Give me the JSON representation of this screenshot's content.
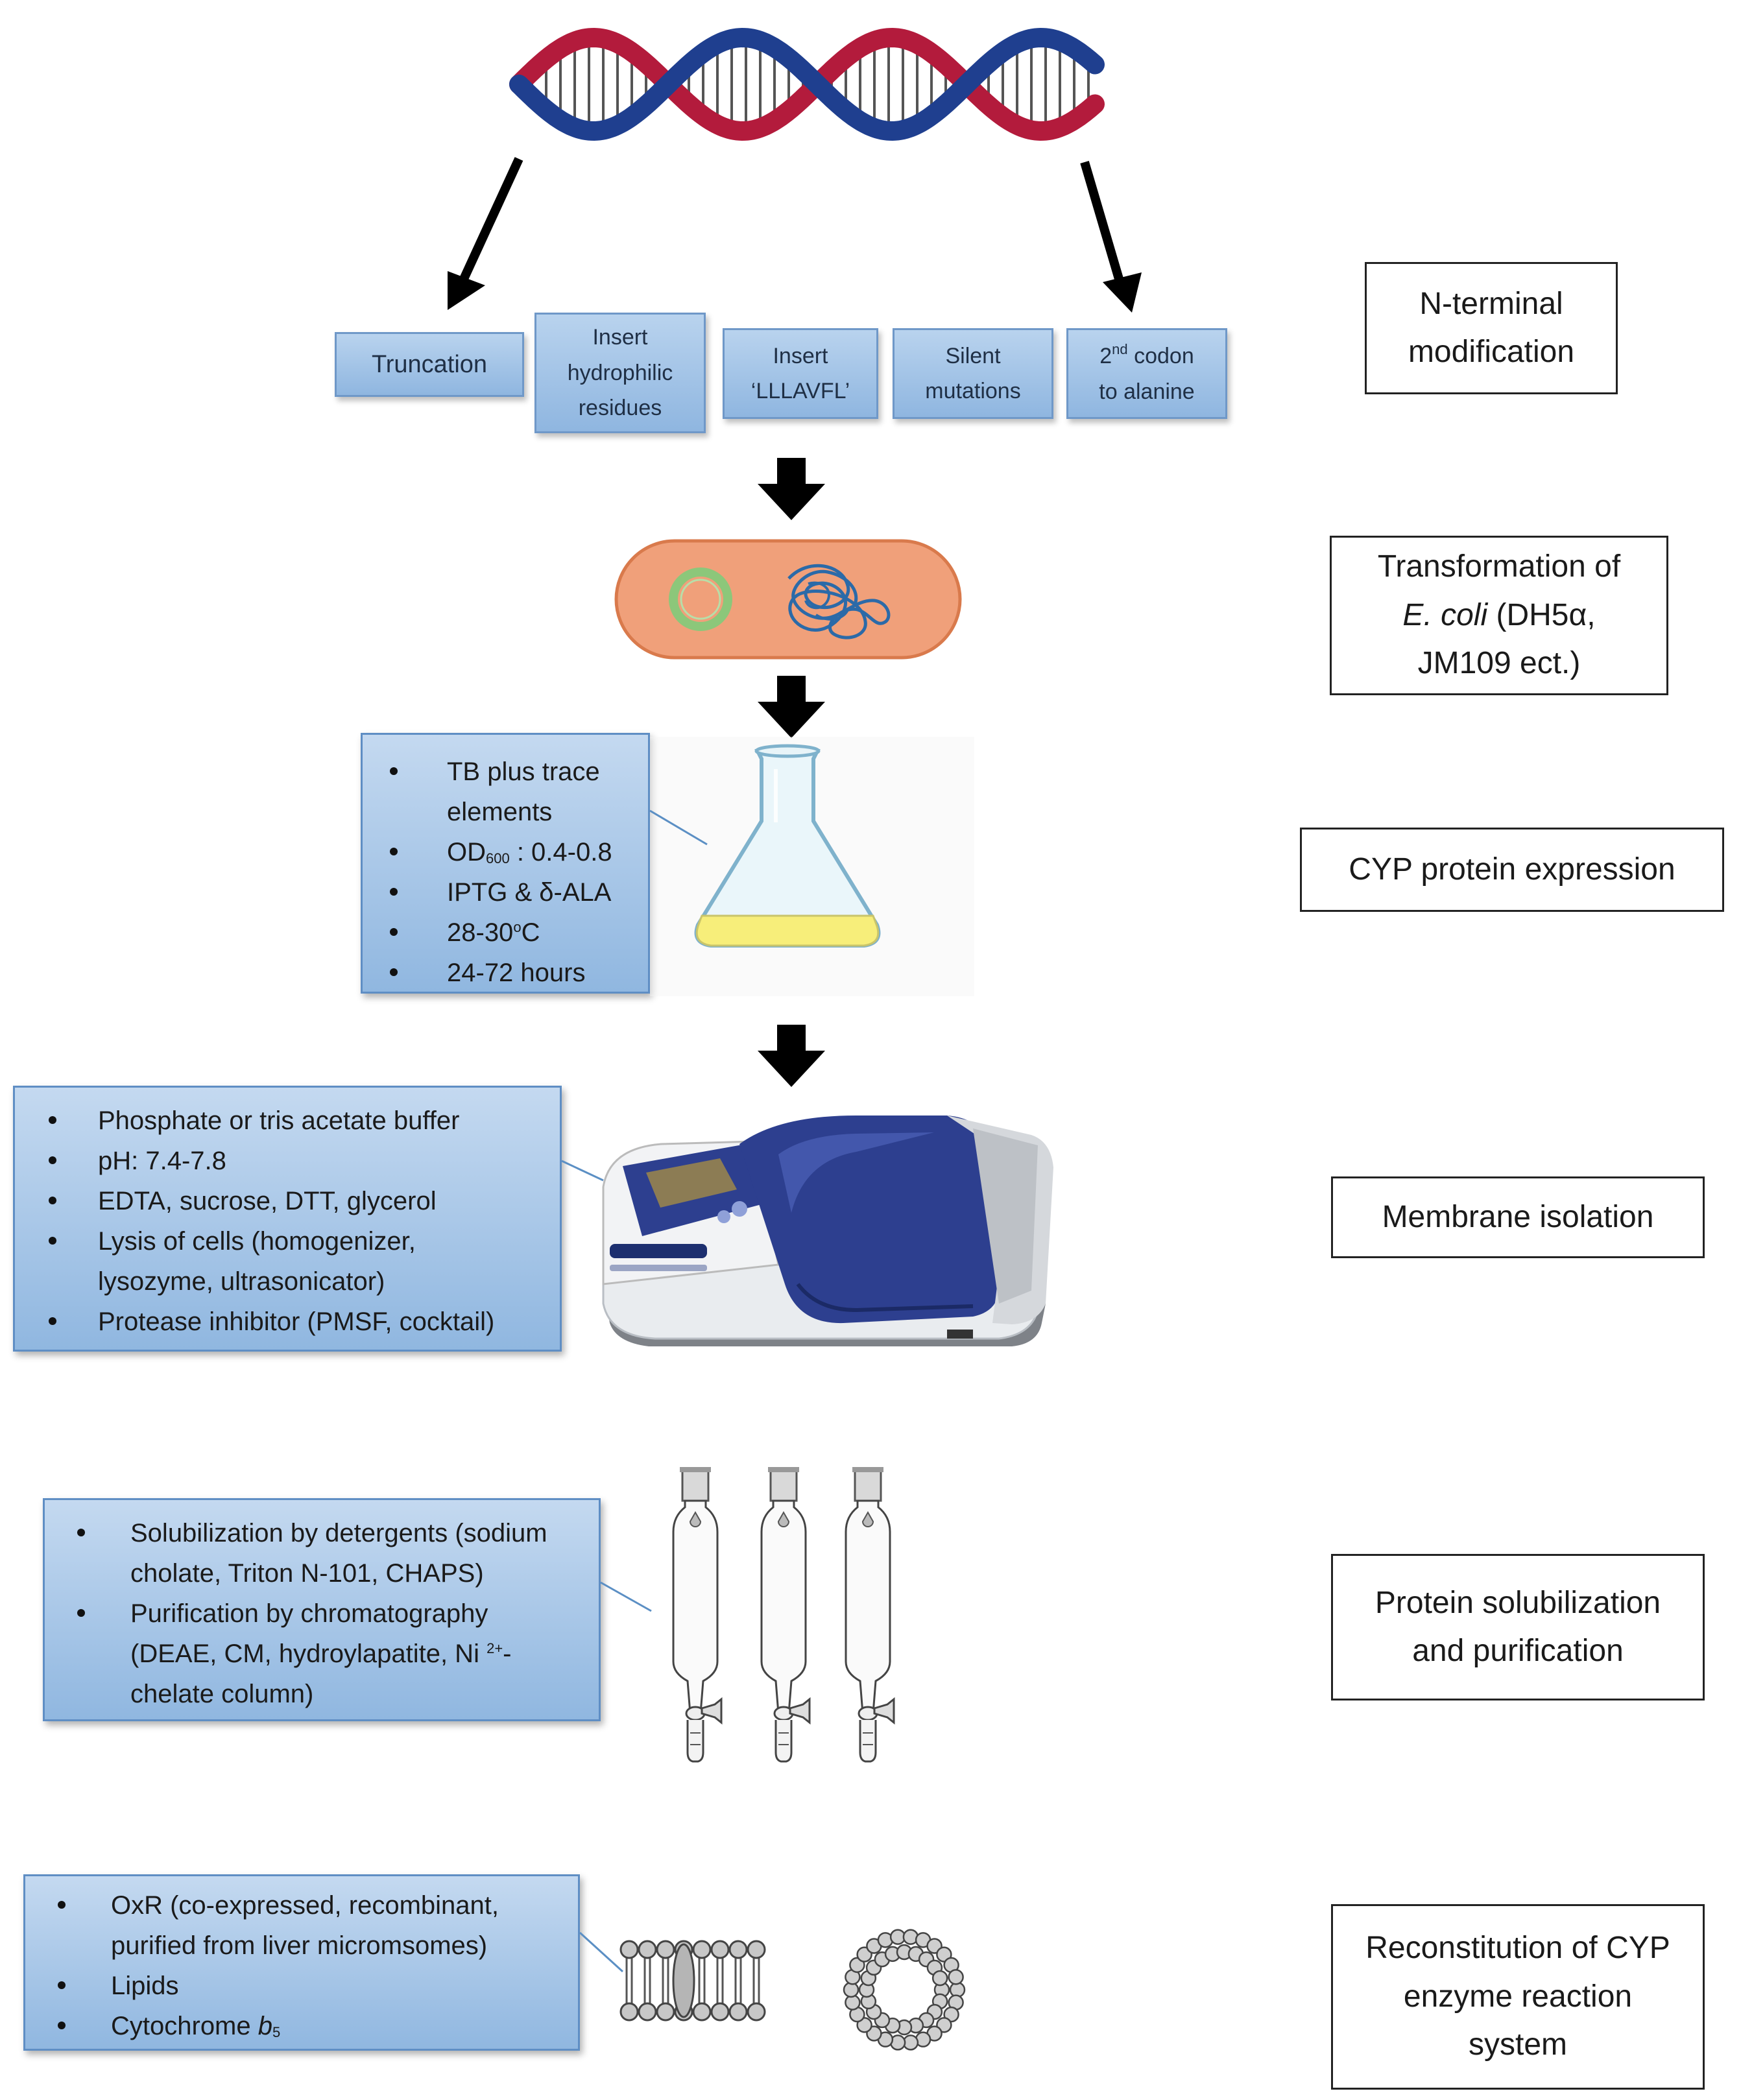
{
  "stages": {
    "n_terminal": "N-terminal modification",
    "transformation_line1": "Transformation of",
    "transformation_ecoli": "E. coli",
    "transformation_line2_rest": " (DH5α,",
    "transformation_line3": "JM109 ect.)",
    "expression": "CYP protein expression",
    "membrane": "Membrane isolation",
    "solubilization_line1": "Protein solubilization",
    "solubilization_line2": "and purification",
    "reconstitution_line1": "Reconstitution of CYP",
    "reconstitution_line2": "enzyme reaction",
    "reconstitution_line3": "system"
  },
  "modifications": {
    "truncation": "Truncation",
    "insert_hydrophilic": [
      "Insert",
      "hydrophilic",
      "residues"
    ],
    "insert_lllavfl": [
      "Insert",
      "‘LLLAVFL’"
    ],
    "silent": [
      "Silent",
      "mutations"
    ],
    "codon_sup": "nd",
    "codon_line1_num": "2",
    "codon_line1_rest": " codon",
    "codon_line2": "to alanine"
  },
  "expression_box": {
    "item1_line1": "TB plus trace",
    "item1_line2": "elements",
    "item2_od": "OD",
    "item2_sub": "600",
    "item2_rest": " : 0.4-0.8",
    "item3": "IPTG & δ-ALA",
    "item4_temp": "28-30",
    "item4_deg": "o",
    "item4_unit": "C",
    "item5": "24-72 hours"
  },
  "membrane_box": {
    "item1": "Phosphate or tris acetate buffer",
    "item2": "pH: 7.4-7.8",
    "item3": "EDTA, sucrose, DTT, glycerol",
    "item4_line1": "Lysis of cells (homogenizer,",
    "item4_line2": "lysozyme, ultrasonicator)",
    "item5": "Protease inhibitor (PMSF, cocktail)"
  },
  "solubilization_box": {
    "item1_line1": "Solubilization by detergents (sodium",
    "item1_line2": "cholate, Triton N-101, CHAPS)",
    "item2_line1": "Purification by chromatography",
    "item2_line2_main": "(DEAE, CM, hydroylapatite, Ni",
    "item2_line2_sup": "2+",
    "item2_line2_dash": "-",
    "item2_line3": "chelate column)"
  },
  "reconstitution_box": {
    "item1_line1": "OxR (co-expressed, recombinant,",
    "item1_line2": "purified from liver micromsomes)",
    "item2": "Lipids",
    "item3_main": "Cytochrome ",
    "item3_b": "b",
    "item3_sub": "5"
  },
  "colors": {
    "dna_red": "#b31b3c",
    "dna_blue": "#1f3f8f",
    "box_blue": "#8fb6e0",
    "cell_orange": "#f0a07a",
    "plasmid_green": "#8cc77a",
    "spectro_blue": "#2d3f8f"
  },
  "icons": [
    "dna-helix-icon",
    "down-arrow-icon",
    "bacterium-icon",
    "flask-icon",
    "spectrophotometer-icon",
    "chromatography-column-icon",
    "lipid-bilayer-icon",
    "liposome-icon"
  ]
}
